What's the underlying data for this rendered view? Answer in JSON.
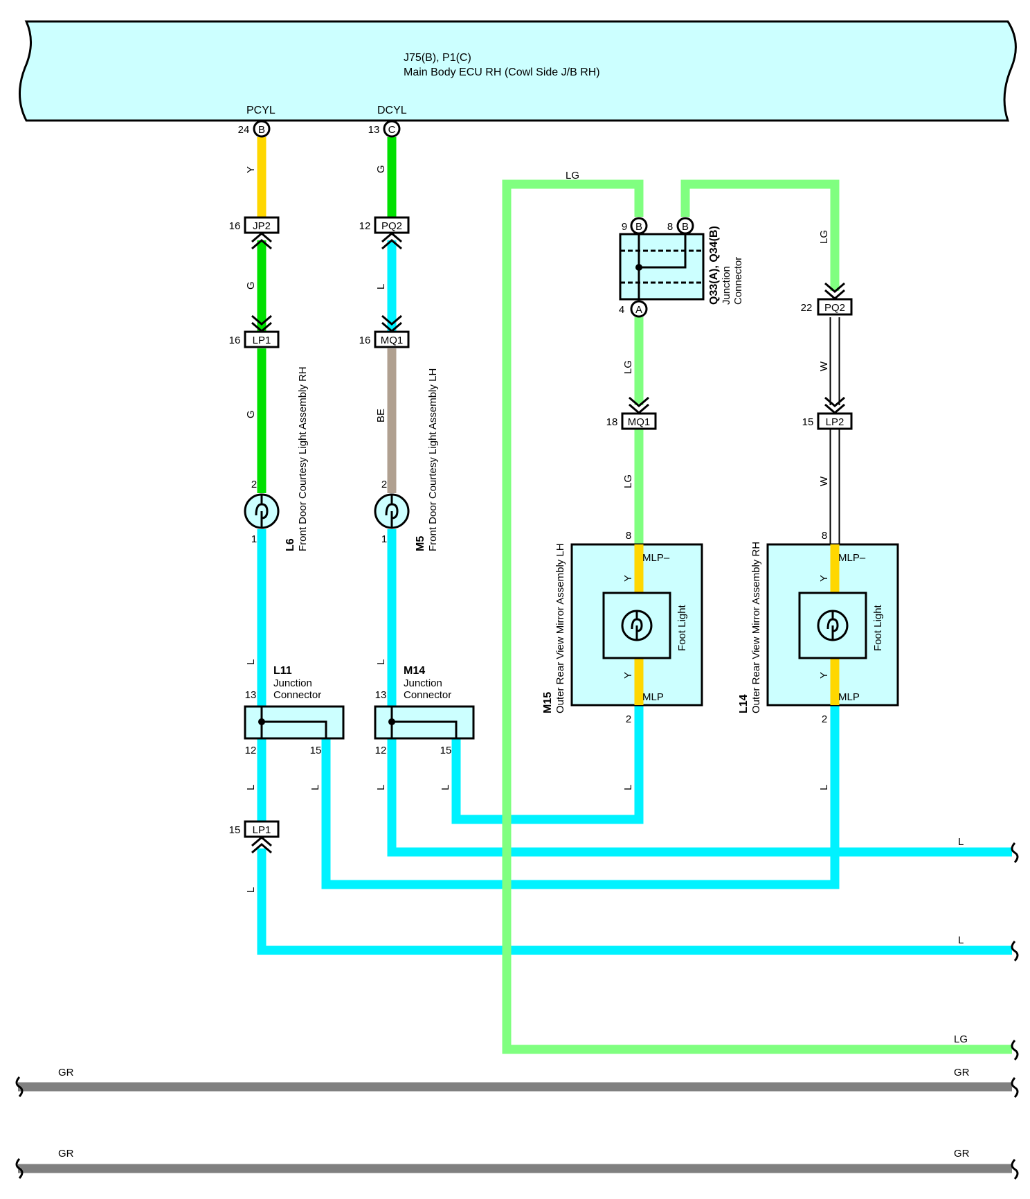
{
  "colors": {
    "Y": "#ffd700",
    "G": "#00e000",
    "L": "#00f2ff",
    "LG": "#80ff80",
    "BE": "#b0a090",
    "W": "#ffffff",
    "GR": "#808080",
    "component_fill": "#ccffff"
  },
  "ecu": {
    "title": "J75(B), P1(C)",
    "subtitle": "Main Body ECU RH (Cowl Side J/B RH)",
    "terminal_pcyl": "PCYL",
    "terminal_dcyl": "DCYL",
    "pin_pcyl_num": "24",
    "pin_pcyl_letter": "B",
    "pin_dcyl_num": "13",
    "pin_dcyl_letter": "C"
  },
  "connectors": {
    "jp2": {
      "name": "JP2",
      "pin": "16"
    },
    "lp1_top": {
      "name": "LP1",
      "pin": "16"
    },
    "pq2_left": {
      "name": "PQ2",
      "pin": "12"
    },
    "mq1_left": {
      "name": "MQ1",
      "pin": "16"
    },
    "mq1_right": {
      "name": "MQ1",
      "pin": "18"
    },
    "pq2_right": {
      "name": "PQ2",
      "pin": "22"
    },
    "lp2": {
      "name": "LP2",
      "pin": "15"
    },
    "lp1_bottom": {
      "name": "LP1",
      "pin": "15"
    }
  },
  "q33": {
    "label_line1": "Q33(A), Q34(B)",
    "label_line2": "Junction",
    "label_line3": "Connector",
    "pin9_num": "9",
    "pin9_letter": "B",
    "pin8_num": "8",
    "pin8_letter": "B",
    "pin4_num": "4",
    "pin4_letter": "A"
  },
  "lamps": {
    "l6": {
      "id": "L6",
      "name": "Front Door Courtesy Light Assembly RH",
      "pin_top": "2",
      "pin_bottom": "1"
    },
    "m5": {
      "id": "M5",
      "name": "Front Door Courtesy Light Assembly LH",
      "pin_top": "2",
      "pin_bottom": "1"
    }
  },
  "junctions": {
    "l11": {
      "id": "L11",
      "line2": "Junction",
      "line3": "Connector",
      "pin_in": "13",
      "pin_out1": "12",
      "pin_out2": "15"
    },
    "m14": {
      "id": "M14",
      "line2": "Junction",
      "line3": "Connector",
      "pin_in": "13",
      "pin_out1": "12",
      "pin_out2": "15"
    }
  },
  "mirrors": {
    "m15": {
      "id": "M15",
      "name": "Outer Rear View Mirror Assembly LH",
      "inner": "Foot Light",
      "pin_top": "8",
      "pin_bottom": "2",
      "term_top": "MLP–",
      "term_bottom": "MLP"
    },
    "l14": {
      "id": "L14",
      "name": "Outer Rear View Mirror Assembly RH",
      "inner": "Foot Light",
      "pin_top": "8",
      "pin_bottom": "2",
      "term_top": "MLP–",
      "term_bottom": "MLP"
    }
  },
  "wire_labels": {
    "y": "Y",
    "g": "G",
    "l": "L",
    "lg": "LG",
    "be": "BE",
    "w": "W",
    "gr": "GR"
  }
}
